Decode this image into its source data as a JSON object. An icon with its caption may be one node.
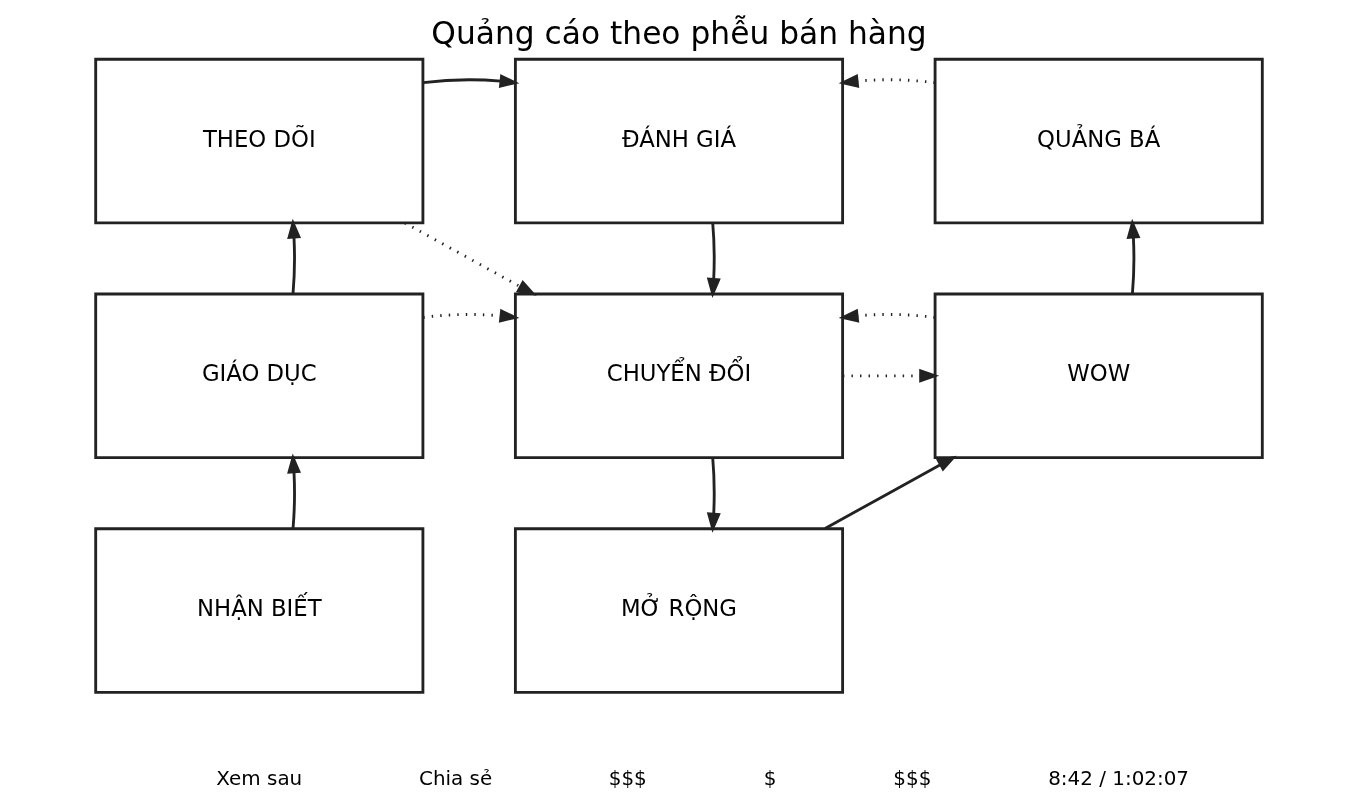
{
  "diagram": {
    "title": "Quảng cáo theo phễu bán hàng",
    "nodes": [
      {
        "text": [
          "THEO DÕI"
        ]
      },
      {
        "text": [
          "ĐÁNH GIÁ"
        ]
      },
      {
        "text": [
          "QUẢNG BÁ"
        ]
      },
      {
        "text": [
          "GIÁO DỤC"
        ]
      },
      {
        "text": [
          "CHUYỂN ĐỔI"
        ]
      },
      {
        "text": [
          "WOW"
        ]
      },
      {
        "text": [
          "NHẬN BIẾT"
        ]
      },
      {
        "text": [
          "MỞ RỘNG"
        ]
      }
    ],
    "edges": [
      {
        "from": 0,
        "to": 1,
        "arrow": "to"
      },
      {
        "from": 2,
        "to": 1,
        "arrow": "to",
        "style": "dashed"
      },
      {
        "from": 3,
        "to": 0,
        "arrow": "to"
      },
      {
        "from": 0,
        "to": 4,
        "arrow": "to",
        "style": "dashed"
      },
      {
        "from": 1,
        "to": 4,
        "arrow": "to"
      },
      {
        "from": 5,
        "to": 2,
        "arrow": "to"
      },
      {
        "from": 3,
        "to": 4,
        "arrow": "to",
        "style": "dashed"
      },
      {
        "from": 4,
        "to": 5,
        "arrow": "to",
        "style": "dashed"
      },
      {
        "from": 5,
        "to": 4,
        "arrow": "to",
        "style": "dashed"
      },
      {
        "from": 6,
        "to": 3,
        "arrow": "to"
      },
      {
        "from": 4,
        "to": 7,
        "arrow": "to"
      },
      {
        "from": 7,
        "to": 5,
        "arrow": "to"
      }
    ],
    "labels": [
      "Xem sau",
      "Chia sẻ",
      "$$$",
      "$",
      "$$$",
      "8:42 / 1:02:07"
    ]
  }
}
